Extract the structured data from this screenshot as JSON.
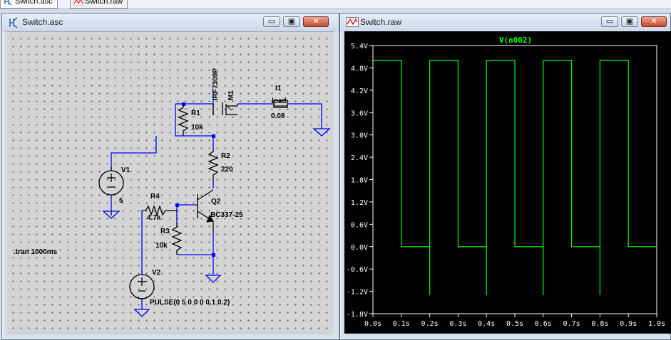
{
  "tabs": [
    {
      "label": "Switch.asc",
      "icon": "transistor-icon"
    },
    {
      "label": "Switch.raw",
      "icon": "waveform-icon"
    }
  ],
  "schematic_window": {
    "title": "Switch.asc",
    "icon": "transistor-icon",
    "buttons": {
      "minimize": "▭",
      "restore": "▣",
      "close": "✕"
    },
    "labels": {
      "m1_part": "IRF7309P",
      "m1_name": "M1",
      "i1_name": "I1",
      "i1_model": "load",
      "i1_value": "0.08",
      "r1_name": "R1",
      "r1_value": "10k",
      "r2_name": "R2",
      "r2_value": "220",
      "v1_name": "V1",
      "v1_value": "5",
      "r4_name": "R4",
      "r4_value": "4.7k",
      "q2_name": "Q2",
      "q2_part": "BC337-25",
      "r3_name": "R3",
      "r3_value": "10k",
      "v2_name": "V2",
      "v2_value": "PULSE(0 5 0 0 0 0.1 0.2)",
      "directive": ".tran 1000ms"
    }
  },
  "plot_window": {
    "title": "Switch.raw",
    "icon": "waveform-icon",
    "buttons": {
      "minimize": "▭",
      "restore": "▣",
      "close": "✕"
    }
  },
  "colors": {
    "trace": "#00ff00",
    "wire": "#0000ff",
    "component": "#000000",
    "node": "#0000ff",
    "plot_bg": "#000000",
    "axis_text": "#ffffff"
  },
  "chart_data": {
    "type": "line",
    "title": "V(n002)",
    "xlabel": "",
    "ylabel": "",
    "xlim": [
      0,
      1.0
    ],
    "ylim": [
      -1.8,
      5.4
    ],
    "x_ticks": [
      "0.0s",
      "0.1s",
      "0.2s",
      "0.3s",
      "0.4s",
      "0.5s",
      "0.6s",
      "0.7s",
      "0.8s",
      "0.9s",
      "1.0s"
    ],
    "y_ticks": [
      "5.4V",
      "4.8V",
      "4.2V",
      "3.6V",
      "3.0V",
      "2.4V",
      "1.8V",
      "1.2V",
      "0.6V",
      "0.0V",
      "-0.6V",
      "-1.2V",
      "-1.8V"
    ],
    "series": [
      {
        "name": "V(n002)",
        "color": "#00ff00",
        "x": [
          0.0,
          0.1,
          0.1,
          0.2,
          0.2,
          0.2,
          0.3,
          0.3,
          0.4,
          0.4,
          0.4,
          0.5,
          0.5,
          0.6,
          0.6,
          0.6,
          0.7,
          0.7,
          0.8,
          0.8,
          0.8,
          0.9,
          0.9,
          1.0
        ],
        "y": [
          5.0,
          5.0,
          0.0,
          0.0,
          -1.3,
          5.0,
          5.0,
          0.0,
          0.0,
          -1.3,
          5.0,
          5.0,
          0.0,
          0.0,
          -1.3,
          5.0,
          5.0,
          0.0,
          0.0,
          -1.3,
          5.0,
          5.0,
          0.0,
          0.0
        ]
      }
    ]
  }
}
